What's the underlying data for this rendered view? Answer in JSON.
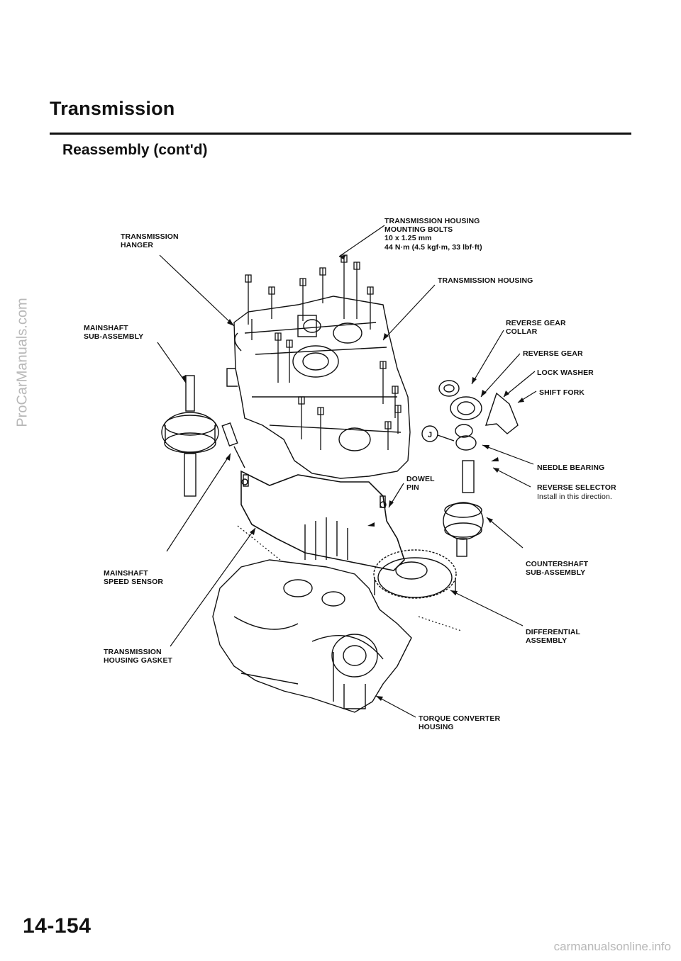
{
  "header": {
    "title": "Transmission",
    "subtitle": "Reassembly (cont'd)"
  },
  "labels": {
    "transmission_hanger": "TRANSMISSION\nHANGER",
    "housing_bolts_title": "TRANSMISSION HOUSING\nMOUNTING BOLTS",
    "housing_bolts_size": "10 x 1.25 mm",
    "housing_bolts_torque": "44 N·m (4.5 kgf·m, 33 lbf·ft)",
    "transmission_housing": "TRANSMISSION HOUSING",
    "mainshaft_subassembly": "MAINSHAFT\nSUB-ASSEMBLY",
    "reverse_gear_collar": "REVERSE GEAR\nCOLLAR",
    "reverse_gear": "REVERSE GEAR",
    "lock_washer": "LOCK WASHER",
    "shift_fork": "SHIFT FORK",
    "needle_bearing": "NEEDLE BEARING",
    "reverse_selector": "REVERSE SELECTOR",
    "reverse_selector_note": "Install in this direction.",
    "dowel_pin": "DOWEL\nPIN",
    "countershaft_subassembly": "COUNTERSHAFT\nSUB-ASSEMBLY",
    "mainshaft_speed_sensor": "MAINSHAFT\nSPEED SENSOR",
    "differential_assembly": "DIFFERENTIAL\nASSEMBLY",
    "housing_gasket": "TRANSMISSION\nHOUSING GASKET",
    "torque_converter_housing": "TORQUE CONVERTER\nHOUSING"
  },
  "callout_symbol": "J",
  "page_number": "14-154",
  "watermark_side": "ProCarManuals.com",
  "watermark_bottom": "carmanualsonline.info"
}
